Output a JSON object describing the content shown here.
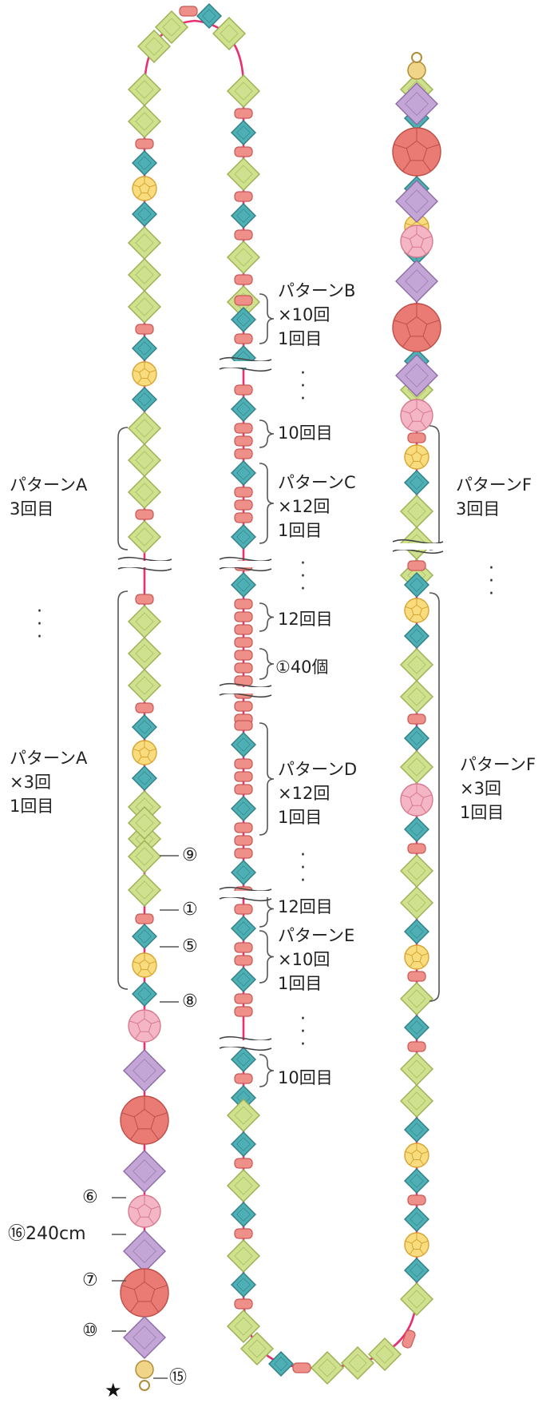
{
  "colors": {
    "string": "#e8306f",
    "bracket": "#555555",
    "bicone_green": "#cfe08e",
    "bicone_green_edge": "#9ab04e",
    "bicone_teal": "#4eb0b4",
    "bicone_teal_edge": "#2d7f86",
    "seed_pink": "#ef8f8a",
    "seed_pink_edge": "#c85a56",
    "round_yellow": "#f8dc7e",
    "round_yellow_edge": "#d7a533",
    "round_pink": "#f4b6c4",
    "round_pink_edge": "#d77a8f",
    "round_red": "#e97a74",
    "round_red_edge": "#bd4e48",
    "bicone_purple": "#c4a6d6",
    "bicone_purple_edge": "#8c6aa6",
    "clasp": "#f0d488"
  },
  "labels": {
    "pattern_b": [
      "パターンB",
      "×10回",
      "1回目"
    ],
    "b_last": "10回目",
    "pattern_c": [
      "パターンC",
      "×12回",
      "1回目"
    ],
    "c_last": "12回目",
    "seed_count": "①40個",
    "pattern_d": [
      "パターンD",
      "×12回",
      "1回目"
    ],
    "d_last": "12回目",
    "pattern_e": [
      "パターンE",
      "×10回",
      "1回目"
    ],
    "e_last": "10回目",
    "pattern_a_third": [
      "パターンA",
      "3回目"
    ],
    "pattern_a_first": [
      "パターンA",
      "×3回",
      "1回目"
    ],
    "pattern_f_third": [
      "パターンF",
      "3回目"
    ],
    "pattern_f_first": [
      "パターンF",
      "×3回",
      "1回目"
    ]
  },
  "parts": {
    "p9": "⑨",
    "p1": "①",
    "p5": "⑤",
    "p8": "⑧",
    "p6": "⑥",
    "p16": "⑯240cm",
    "p7": "⑦",
    "p10": "⑩",
    "p15": "⑮",
    "start_star": "★"
  },
  "ellipsis": ":",
  "vertical_dots": "·\n·\n·"
}
